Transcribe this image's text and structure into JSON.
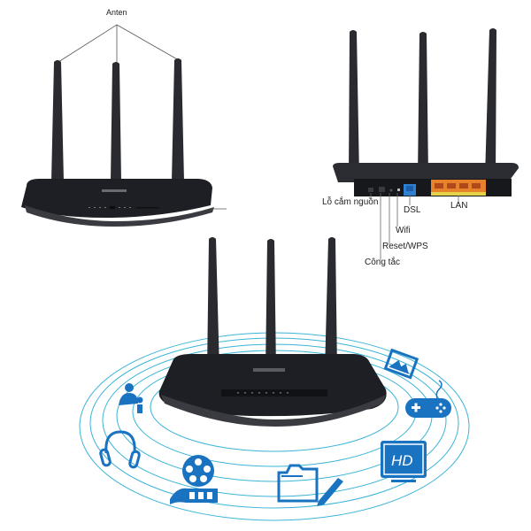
{
  "front_view": {
    "antenna_label": "Anten"
  },
  "rear_view": {
    "labels": {
      "power_jack": "Lỗ cắm nguồn",
      "switch": "Công tắc",
      "reset_wps": "Reset/WPS",
      "wifi": "Wifi",
      "dsl": "DSL",
      "lan": "LAN"
    }
  },
  "feature_graphic": {
    "hd_label": "HD",
    "icons": [
      "users-icon",
      "headphones-icon",
      "film-reel-icon",
      "folder-edit-icon",
      "hd-monitor-icon",
      "gamepad-icon",
      "image-icon"
    ],
    "accent_color": "#1a73c0",
    "wave_color": "#3bb4d8"
  },
  "colors": {
    "router_body": "#1e1f24",
    "lan_ports": "#e8822a",
    "dsl_port": "#2f7fd3"
  }
}
